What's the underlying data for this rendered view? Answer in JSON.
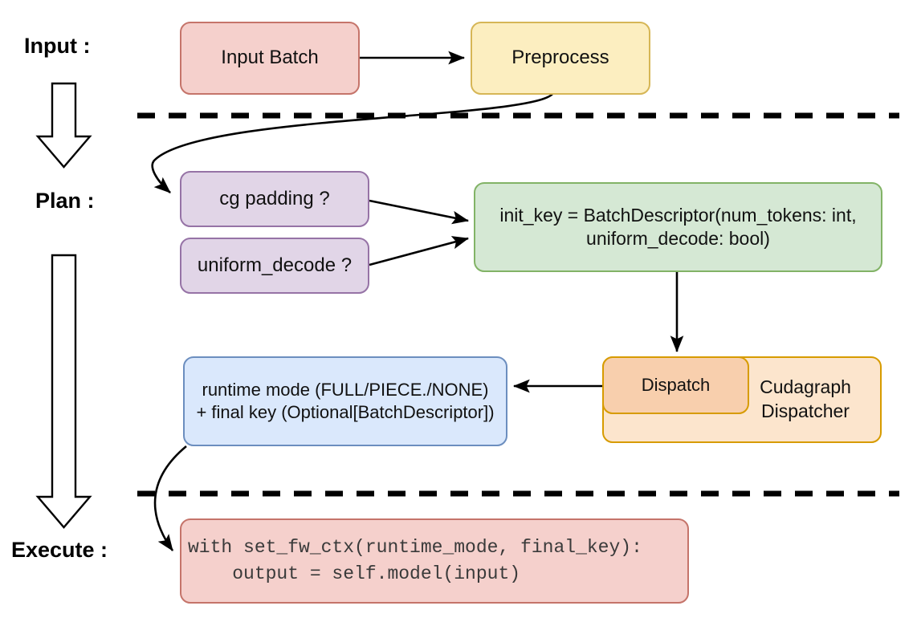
{
  "diagram": {
    "title_lanes": [
      {
        "id": "input",
        "label": "Input :"
      },
      {
        "id": "plan",
        "label": "Plan :"
      },
      {
        "id": "execute",
        "label": "Execute :"
      }
    ],
    "nodes": {
      "input_batch": {
        "label": "Input Batch",
        "fill": "#f5d0cc",
        "stroke": "#c5746a"
      },
      "preprocess": {
        "label": "Preprocess",
        "fill": "#fceec0",
        "stroke": "#d6b656"
      },
      "cg_padding": {
        "label": "cg padding ?",
        "fill": "#e1d5e7",
        "stroke": "#9673a6"
      },
      "uniform_decode": {
        "label": "uniform_decode ?",
        "fill": "#e1d5e7",
        "stroke": "#9673a6"
      },
      "init_key": {
        "label": "init_key = BatchDescriptor(num_tokens: int,\nuniform_decode: bool)",
        "fill": "#d5e8d4",
        "stroke": "#82b366"
      },
      "dispatch": {
        "label": "Dispatch",
        "fill": "#f8cfad",
        "stroke": "#d79b00"
      },
      "cudagraph_dispatcher": {
        "label": "Cudagraph\nDispatcher",
        "fill": "#fce5cd",
        "stroke": "#d79b00"
      },
      "runtime_mode": {
        "label": "runtime mode (FULL/PIECE./NONE)\n+ final key (Optional[BatchDescriptor])",
        "fill": "#dae8fc",
        "stroke": "#6c8ebf"
      },
      "execute_code": {
        "label": "with set_fw_ctx(runtime_mode, final_key):\n    output = self.model(input)",
        "fill": "#f5d0cc",
        "stroke": "#c5746a"
      }
    },
    "separators": [
      {
        "id": "input-plan-divider"
      },
      {
        "id": "plan-execute-divider"
      }
    ],
    "flow_arrows": [
      {
        "id": "input-batch-to-preprocess"
      },
      {
        "id": "preprocess-to-cg-padding"
      },
      {
        "id": "cg-padding-to-init-key"
      },
      {
        "id": "uniform-decode-to-init-key"
      },
      {
        "id": "init-key-to-dispatch"
      },
      {
        "id": "dispatch-to-runtime-mode"
      },
      {
        "id": "runtime-mode-to-execute-code"
      }
    ],
    "stage_arrows": [
      {
        "id": "input-to-plan-block-arrow"
      },
      {
        "id": "plan-to-execute-block-arrow"
      }
    ],
    "colors": {
      "line": "#000000",
      "background": "#ffffff",
      "code_text": "#3a3a3a"
    }
  }
}
